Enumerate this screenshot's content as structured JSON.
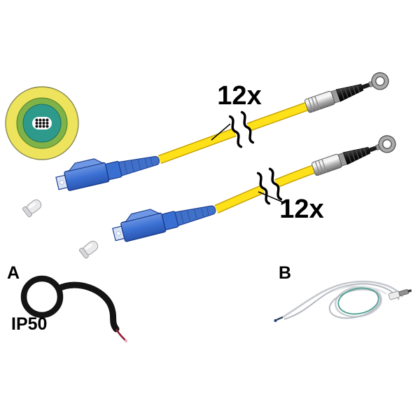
{
  "figure": {
    "type": "product-illustration",
    "description": "Fiber optic trunk cable, 12 fibers, LC connectors with pulling eyes; variants A and B pulling aids"
  },
  "labels": {
    "fiber_count_top": "12x",
    "fiber_count_bottom": "12x",
    "variant_a": "A",
    "variant_b": "B",
    "protection_rating": "IP50"
  },
  "colors": {
    "cable_jacket": "#FFE11A",
    "cable_jacket_edge": "#C7A300",
    "connector_body": "#3A6FD2",
    "cross_section_outer_ring": "#EDE35C",
    "cross_section_inner_ring": "#7FB347",
    "cross_section_core": "#2E9A8C",
    "pulling_aid": "#141414"
  }
}
